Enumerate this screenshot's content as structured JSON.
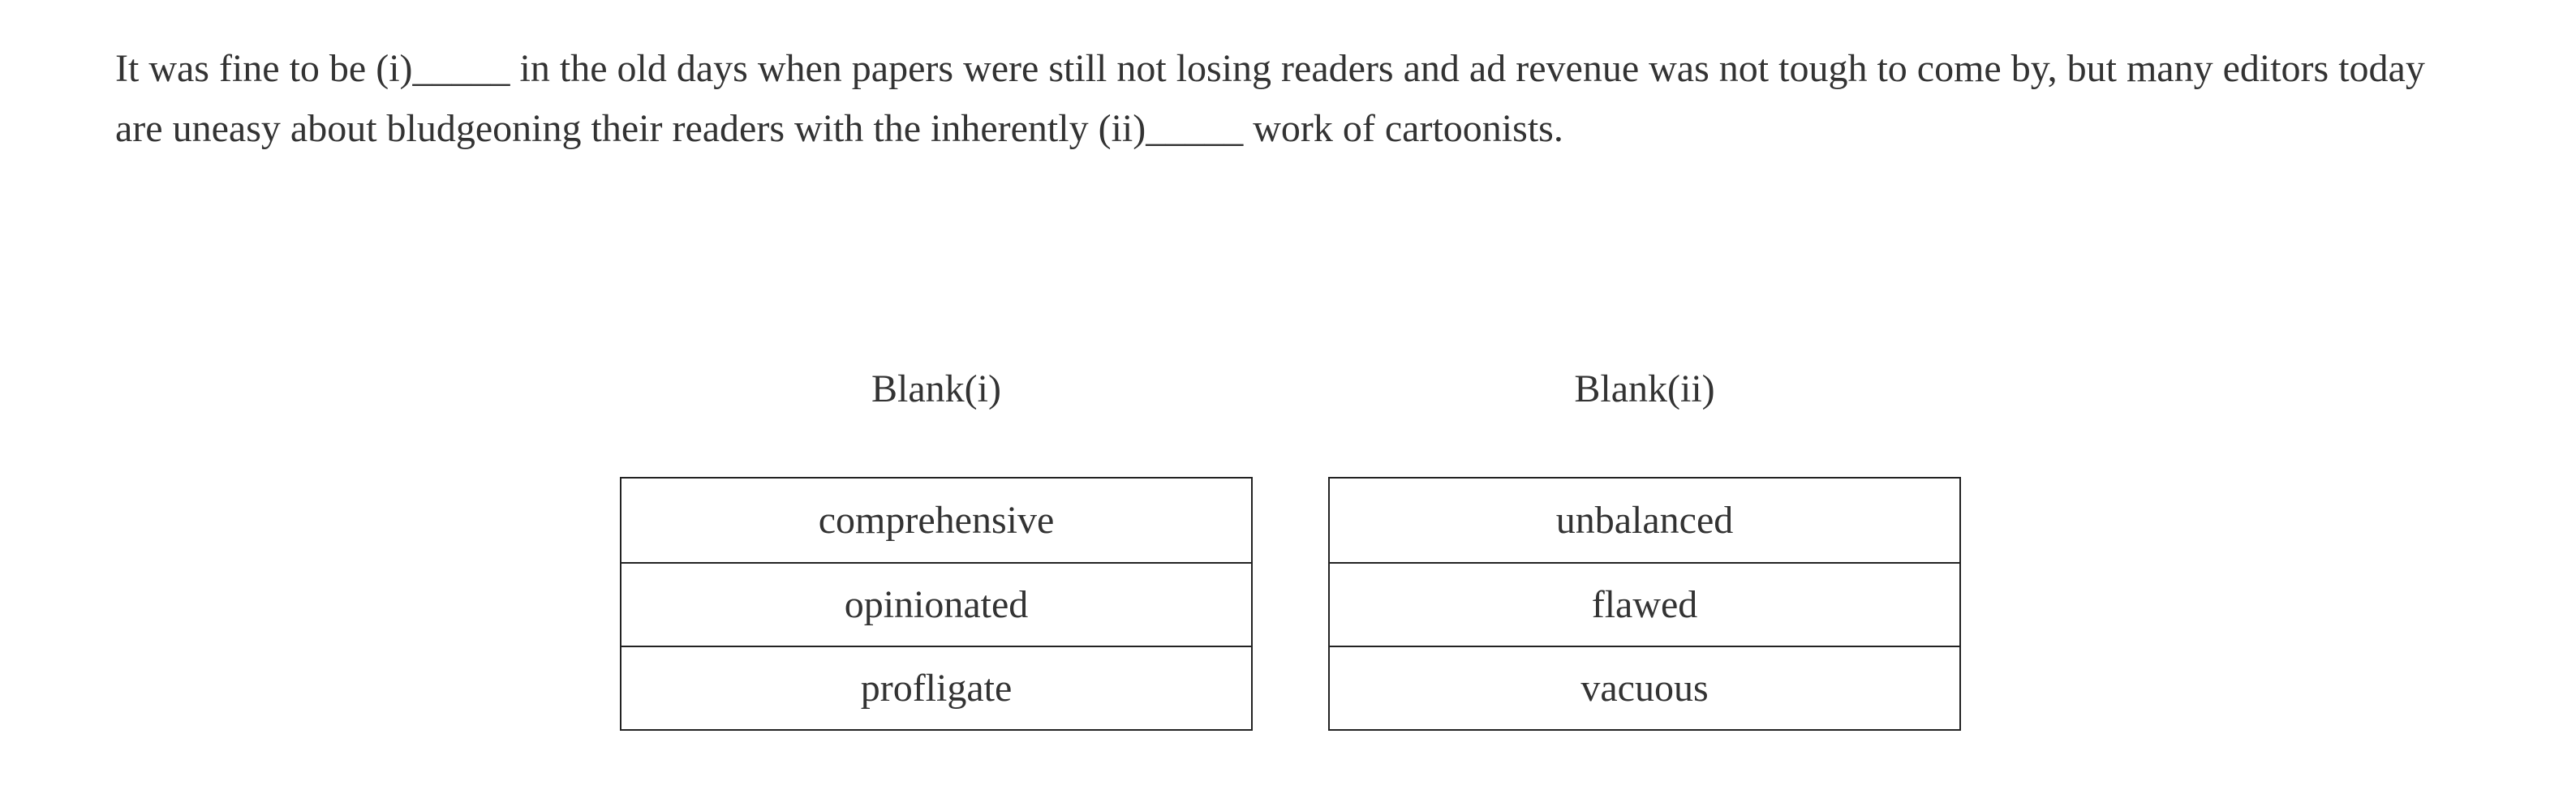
{
  "question": {
    "text": "It was fine to be (i)_____ in the old days when papers were still not losing readers and ad revenue was not tough to come by, but many editors today are uneasy about bludgeoning their readers with the inherently (ii)_____ work of cartoonists."
  },
  "blanks": [
    {
      "heading": "Blank(i)",
      "options": [
        "comprehensive",
        "opinionated",
        "profligate"
      ]
    },
    {
      "heading": "Blank(ii)",
      "options": [
        "unbalanced",
        "flawed",
        "vacuous"
      ]
    }
  ]
}
